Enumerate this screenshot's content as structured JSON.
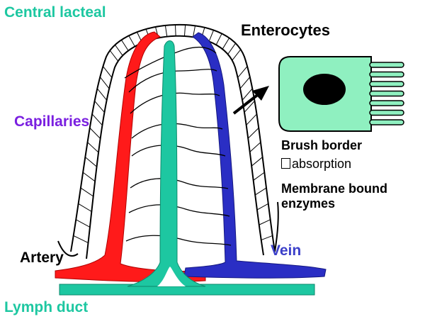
{
  "labels": {
    "central_lacteal": "Central lacteal",
    "capillaries": "Capillaries",
    "artery": "Artery",
    "vein": "Vein",
    "lymph_duct": "Lymph duct",
    "enterocytes": "Enterocytes",
    "brush_border": "Brush border",
    "absorption": "absorption",
    "membrane_bound_line1": "Membrane bound",
    "membrane_bound_line2": "enzymes"
  },
  "colors": {
    "lacteal": "#1dc7a1",
    "artery": "#ff1a1a",
    "vein": "#2a2ec4",
    "enterocyte_fill": "#8ff0c0",
    "nucleus": "#000000",
    "capillaries_label": "#7a1fe0",
    "vein_label": "#3b3fc9"
  }
}
